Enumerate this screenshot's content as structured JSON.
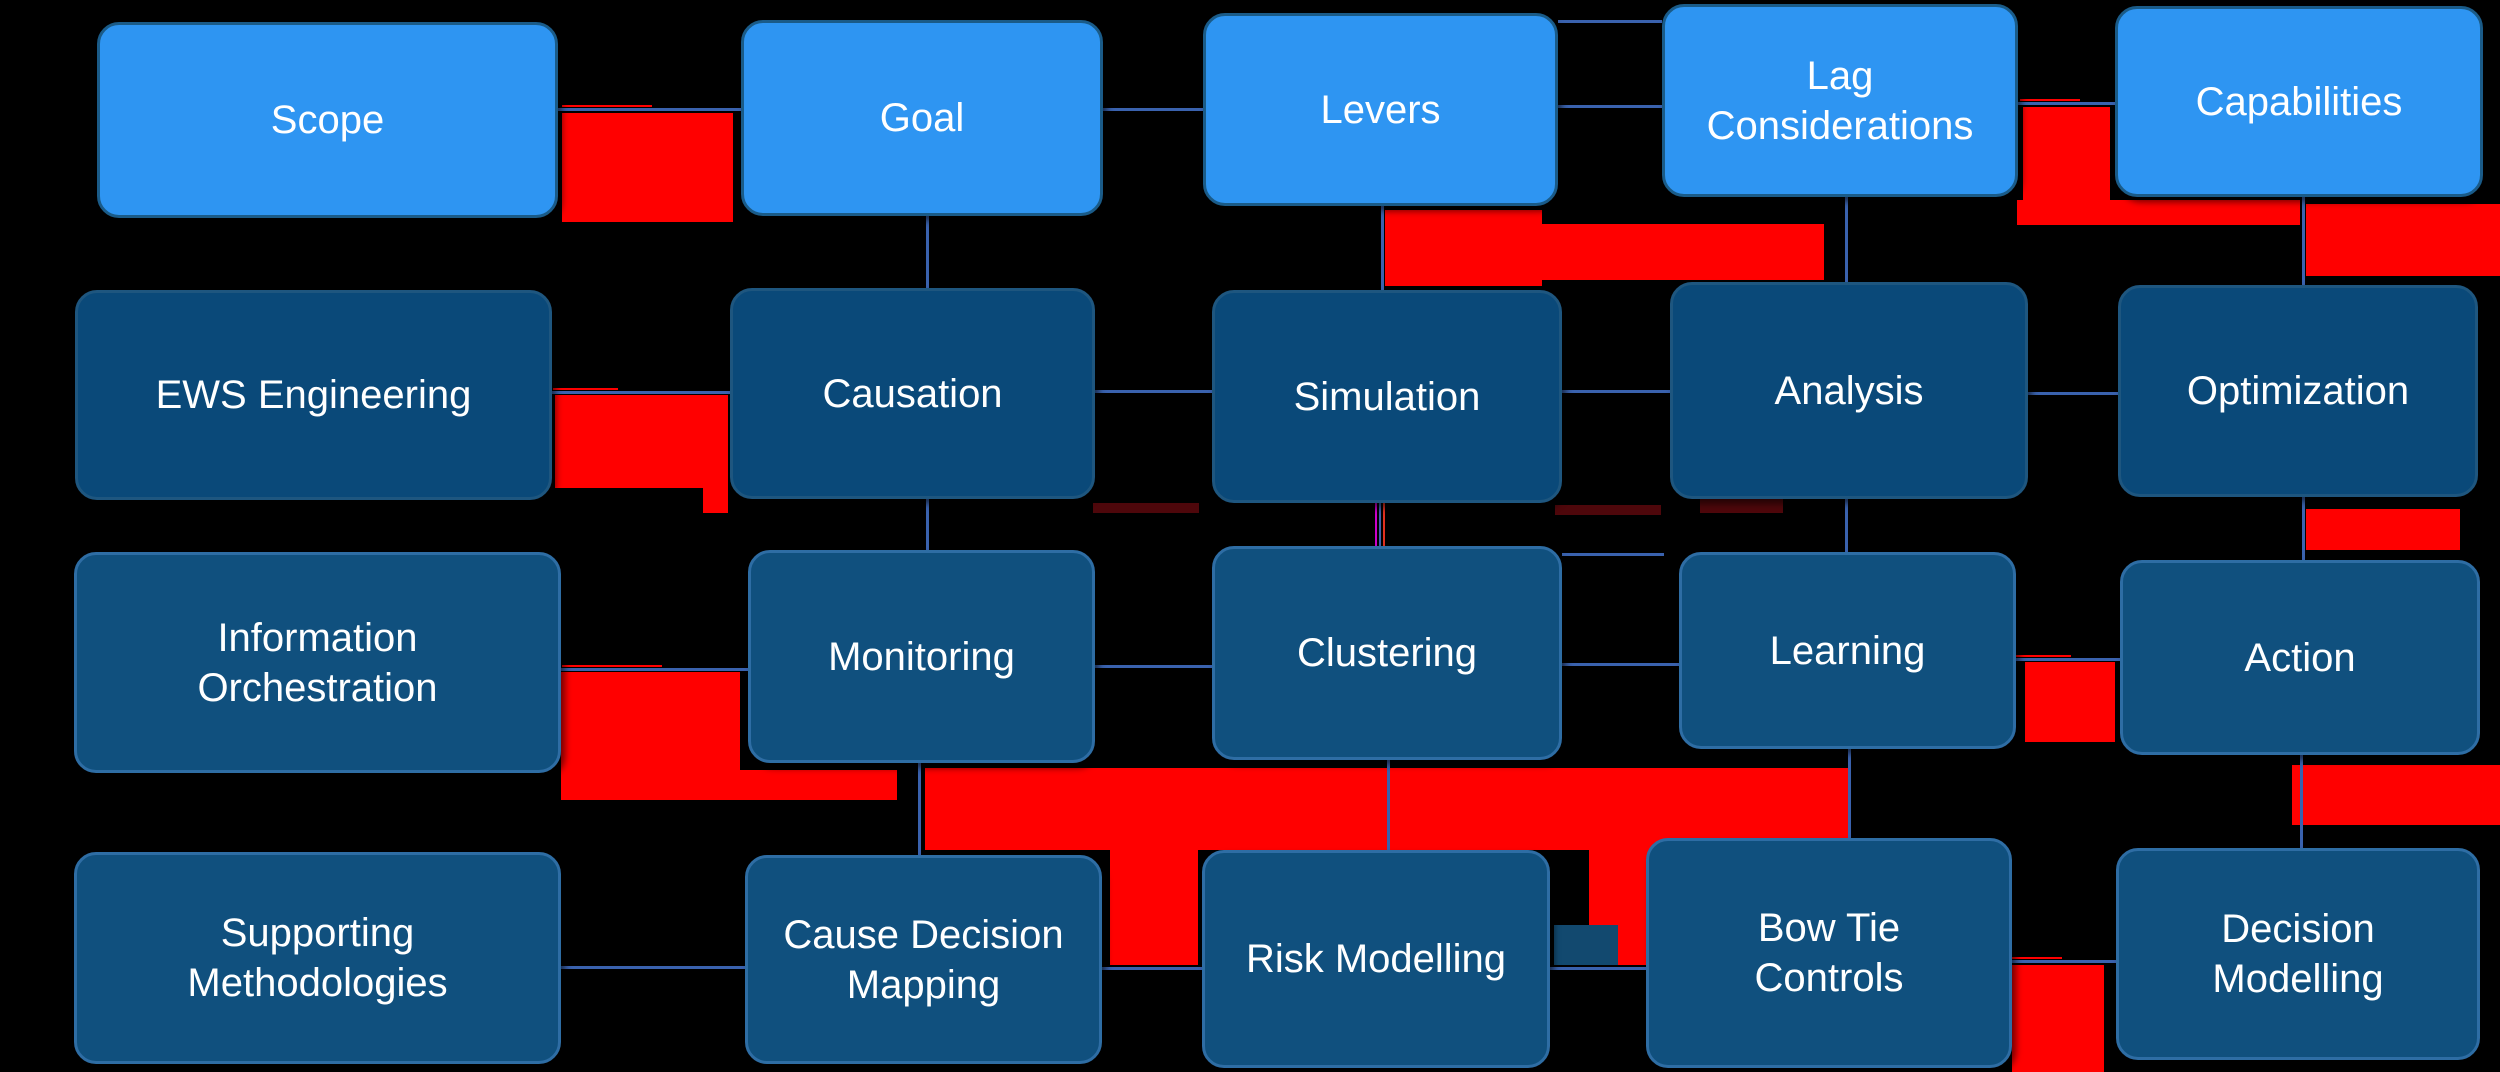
{
  "diagram": {
    "rows": [
      {
        "id": "row-1",
        "variant": "light",
        "nodes": [
          {
            "label": "Scope"
          },
          {
            "label": "Goal"
          },
          {
            "label": "Levers"
          },
          {
            "label": "Lag\nConsiderations"
          },
          {
            "label": "Capabilities"
          }
        ]
      },
      {
        "id": "row-2",
        "variant": "dark",
        "nodes": [
          {
            "label": "EWS Engineering"
          },
          {
            "label": "Causation"
          },
          {
            "label": "Simulation"
          },
          {
            "label": "Analysis"
          },
          {
            "label": "Optimization"
          }
        ]
      },
      {
        "id": "row-3",
        "variant": "dark",
        "nodes": [
          {
            "label": "Information\nOrchestration"
          },
          {
            "label": "Monitoring"
          },
          {
            "label": "Clustering"
          },
          {
            "label": "Learning"
          },
          {
            "label": "Action"
          }
        ]
      },
      {
        "id": "row-4",
        "variant": "dark",
        "nodes": [
          {
            "label": "Supporting\nMethodologies"
          },
          {
            "label": "Cause Decision\nMapping"
          },
          {
            "label": "Risk Modelling"
          },
          {
            "label": "Bow Tie\nControls"
          },
          {
            "label": "Decision\nModelling"
          }
        ]
      }
    ],
    "colors": {
      "background": "#000000",
      "box_light_fill": "#2E95F2",
      "box_light_border": "#1A5B88",
      "box_dark_fill_row2": "#0A4979",
      "box_dark_fill_rows34": "#10507E",
      "box_dark_border": "#2E6DA4",
      "connector_blue": "#3A62AE",
      "connector_magenta": "#CC00CC",
      "highlight_red": "#FF0000",
      "highlight_maroon": "#4E070B",
      "text": "#FFFFFF"
    }
  }
}
